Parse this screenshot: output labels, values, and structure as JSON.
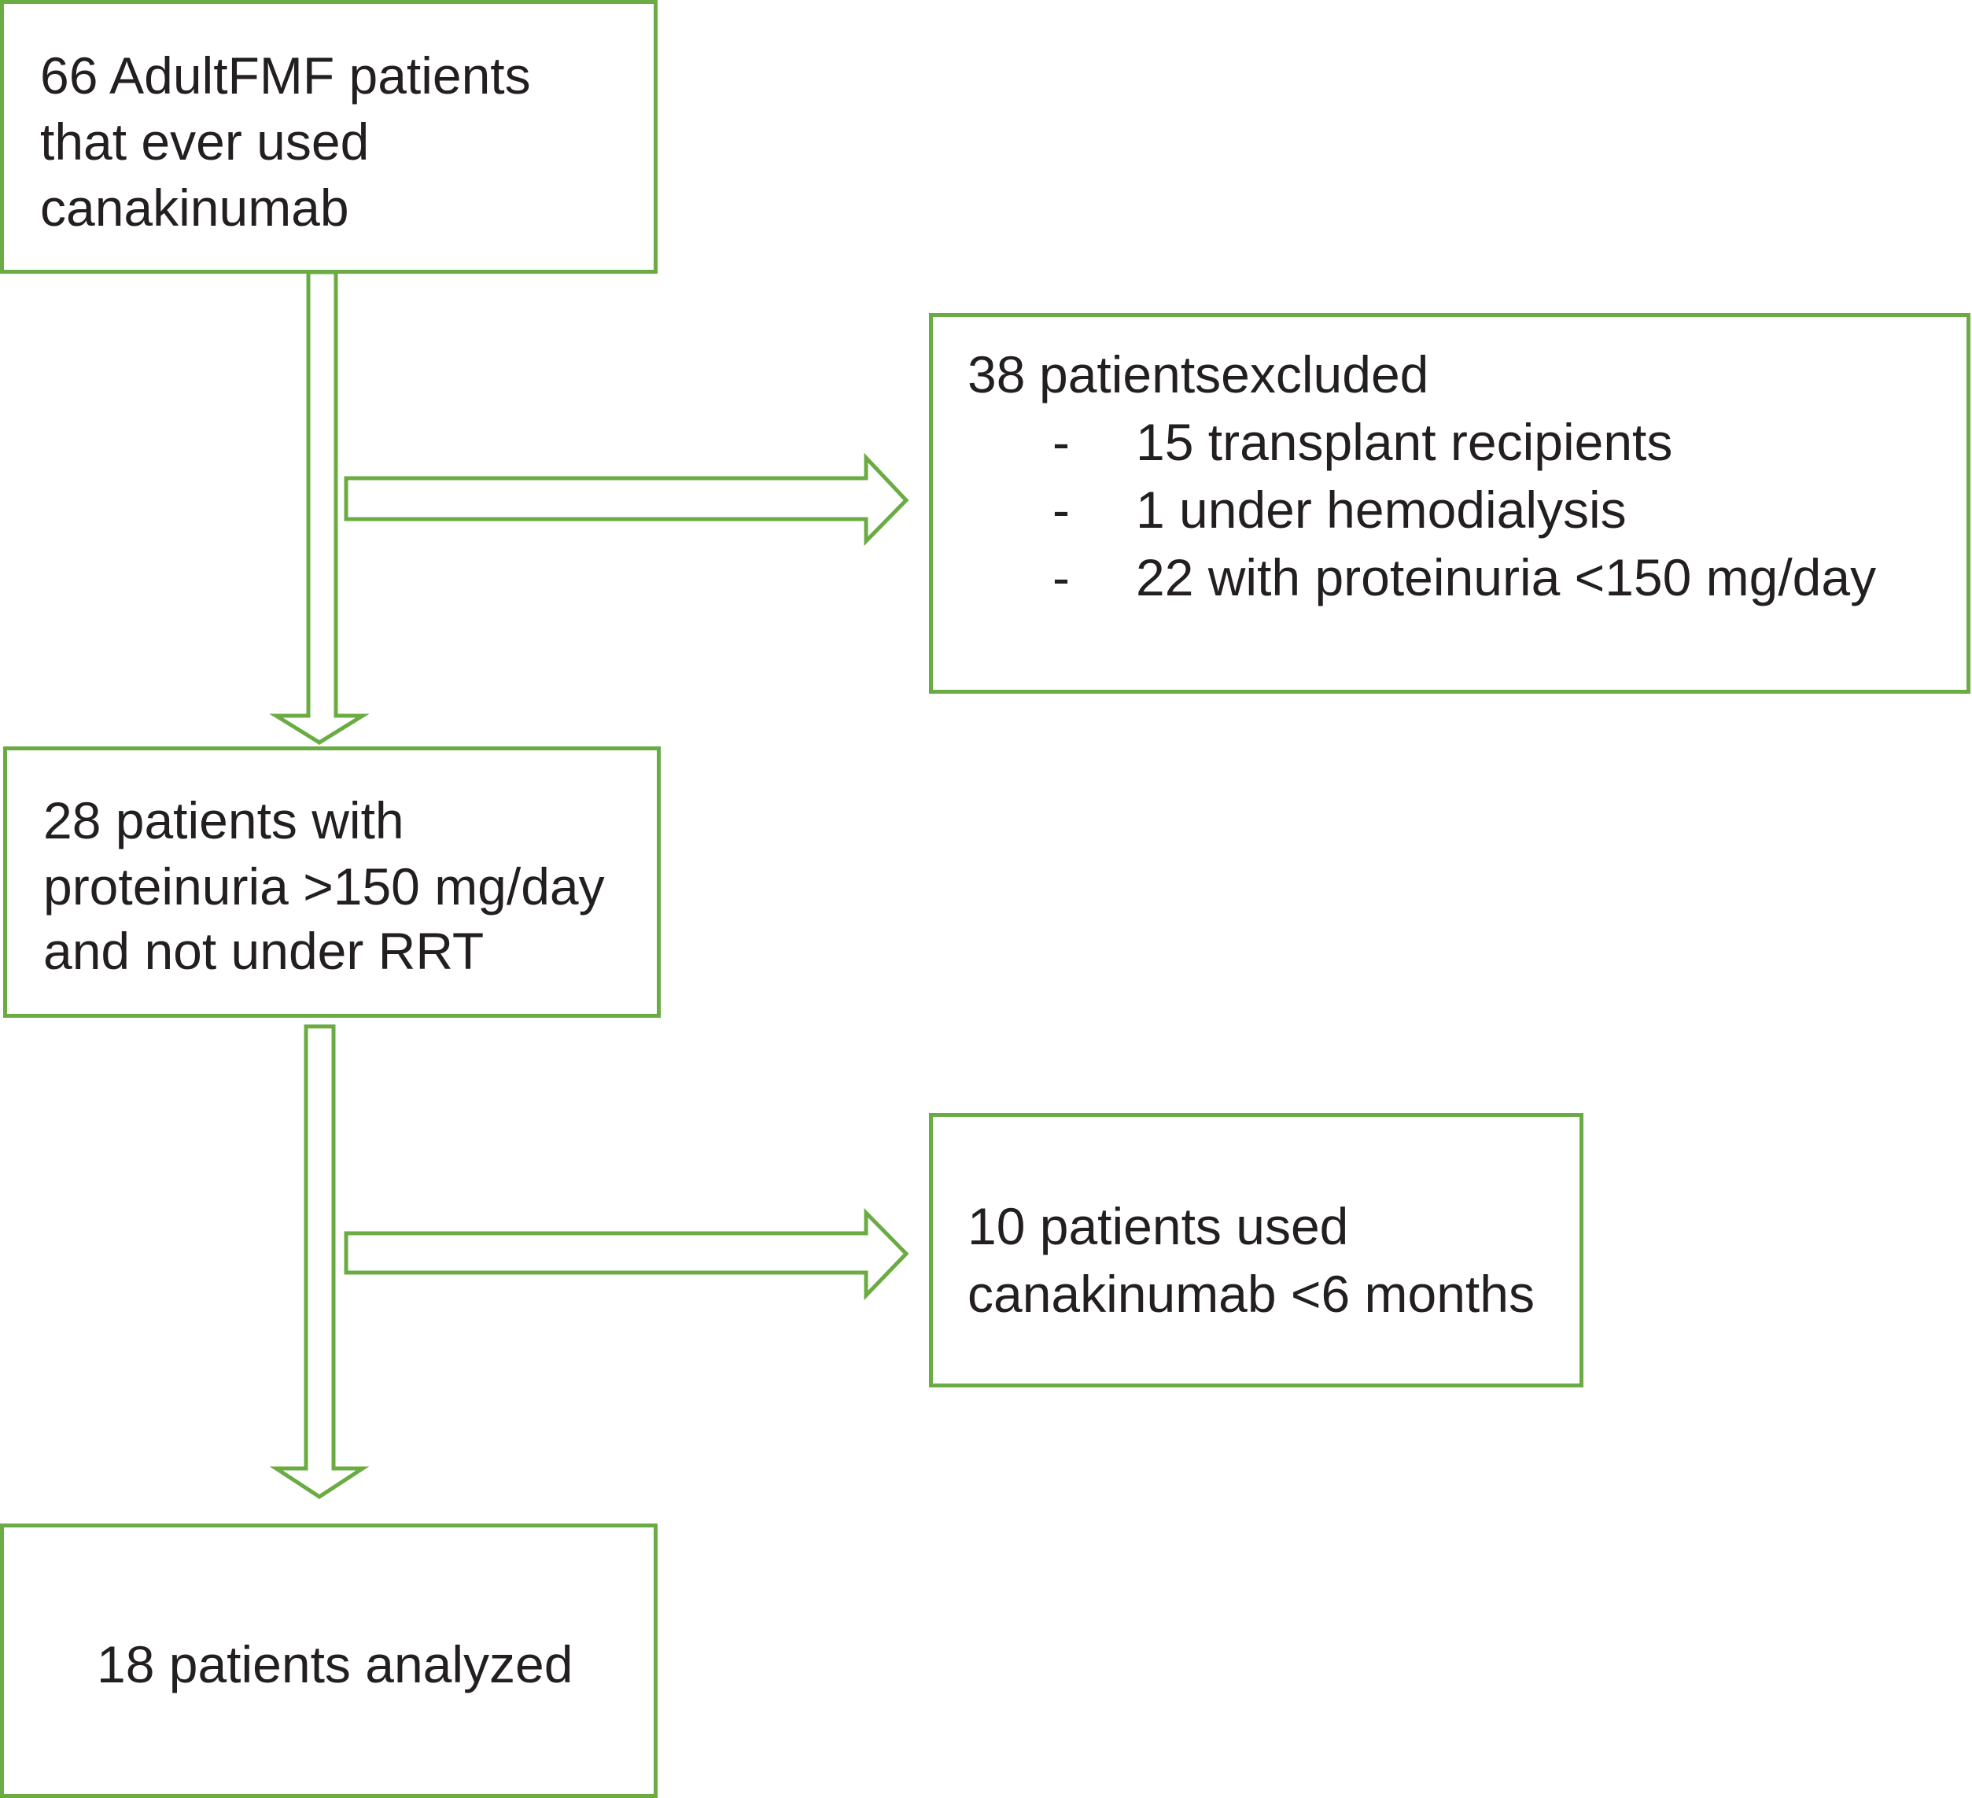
{
  "colors": {
    "box_border": "#6aac43",
    "text": "#231f20",
    "background": "#ffffff"
  },
  "boxes": {
    "start": {
      "lines": [
        "66 AdultFMF patients",
        "that ever used",
        "canakinumab"
      ]
    },
    "excluded_1": {
      "title_count": "38",
      "title_rest": "patientsexcluded",
      "bullet": "-",
      "items": [
        "15 transplant recipients",
        "1 under hemodialysis",
        "22 with proteinuria <150 mg/day"
      ]
    },
    "middle": {
      "lines": [
        "28 patients with",
        "proteinuria >150 mg/day",
        "and not under RRT"
      ]
    },
    "excluded_2": {
      "lines": [
        "10 patients used",
        "canakinumab <6 months"
      ]
    },
    "final": {
      "lines": [
        "18 patients analyzed"
      ]
    }
  }
}
